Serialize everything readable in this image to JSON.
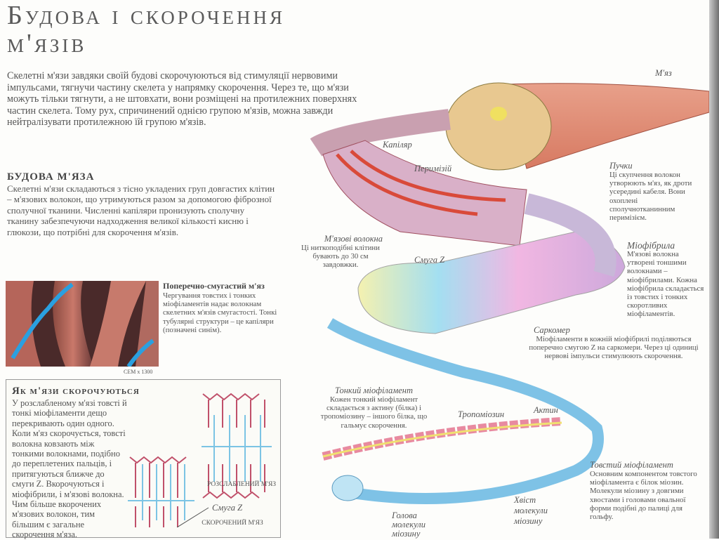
{
  "title": {
    "line1": "Будова і скорочення",
    "line2": "м'язів"
  },
  "intro": "Скелетні м'язи завдяки своїй будові скорочуюються від стимуляції нервовими імпульсами, тягнучи частину скелета у напрямку скорочення. Через те, що м'язи можуть тільки тягнути, а не штовхати, вони розміщені на протилежних поверхнях частин скелета. Тому рух, спричинений однією групою м'язів, можна завжди нейтралізувати протилежною їй групою м'язів.",
  "structure": {
    "heading": "БУДОВА М'ЯЗА",
    "text": "Скелетні м'язи складаються з тісно укладених груп довгастих клітин – м'язових волокон, що утримуються разом за допомогою фіброзної сполучної тканини. Численні капіляри пронизують сполучну тканину забезпечуючи надходження великої кількості кисню і глюкози, що потрібні для скорочення м'язів."
  },
  "photo": {
    "caption_title": "Поперечно-смугастий м'яз",
    "caption_text": "Чергування товстих і тонких міофіламентів надає волокнам скелетних м'язів смугастості. Тонкі тубулярні структури – це капіляри (позначені синім).",
    "credit": "СЕМ x 1300"
  },
  "contraction": {
    "heading": "Як м'язи скорочуються",
    "text": "У розслабленому м'язі товсті й тонкі міофіламенти дещо перекривають один одного. Коли м'яз скорочується, товсті волокна ковзають між тонкими волокнами, подібно до переплетених пальців, і притягуються ближче до смуги Z. Вкорочуються і міофібрили, і м'язові волокна. Чим більше вкорочених м'язових волокон, тим більшим є загальне скорочення м'яза.",
    "relaxed": "РОЗСЛАБЛЕНИЙ М'ЯЗ",
    "zband": "Смуга Z",
    "contracted": "СКОРОЧЕНИЙ М'ЯЗ"
  },
  "labels": {
    "muscle": "М'яз",
    "bundles_title": "Пучки",
    "bundles_text": "Ці скупчення волокон утворюють м'яз, як дроти усередині кабеля. Вони охоплені сполучнотканинним перимізієм.",
    "capillary": "Капіляр",
    "perimysium": "Перимізій",
    "fibers_title": "М'язові волокна",
    "fibers_text": "Ці ниткоподібні клітини бувають до 30 см завдовжки.",
    "zband": "Смуга Z",
    "myofibril_title": "Міофібрила",
    "myofibril_text": "М'язові волокна утворені тоншими волокнами – міофібрилами. Кожна міофібрила складається із товстих і тонких скоротливих міофіламентів.",
    "sarcomere_title": "Саркомер",
    "sarcomere_text": "Міофіламенти в кожній міофібрилі поділяються поперечно смугою Z на саркомери. Через ці одиниці нервові імпульси стимулюють скорочення.",
    "thin_title": "Тонкий міофіламент",
    "thin_text": "Кожен тонкий міофіламент складається з актину (білка) і тропоміозину – іншого білка, що гальмує скорочення.",
    "tropomyosin": "Тропоміозин",
    "actin": "Актин",
    "thick_title": "Товстий міофіламент",
    "thick_text": "Основним компонентом товстого міофіламента є білок міозин. Молекули міозину з довгими хвостами і головами овальної форми подібні до палиці для гольфу.",
    "tail": "Хвіст молекули міозину",
    "head": "Голова молекули міозину"
  }
}
